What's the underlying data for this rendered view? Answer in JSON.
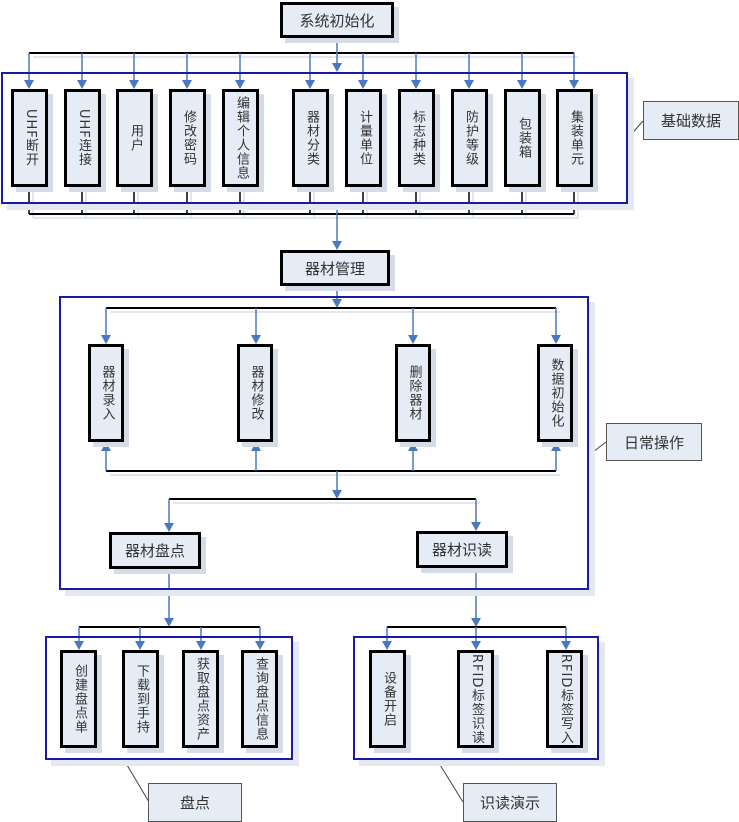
{
  "diagram": {
    "root": {
      "label": "系统初始化"
    },
    "basic_data": {
      "callout": "基础数据",
      "items": [
        {
          "label": "UHF断开"
        },
        {
          "label": "UHF连接"
        },
        {
          "label": "用户"
        },
        {
          "label": "修改密码"
        },
        {
          "label": "编辑个人信息"
        },
        {
          "label": "器材分类"
        },
        {
          "label": "计量单位"
        },
        {
          "label": "标志种类"
        },
        {
          "label": "防护等级"
        },
        {
          "label": "包装箱"
        },
        {
          "label": "集装单元"
        }
      ]
    },
    "equipment_mgmt": {
      "label": "器材管理"
    },
    "daily_ops": {
      "callout": "日常操作",
      "items": [
        {
          "label": "器材录入"
        },
        {
          "label": "器材修改"
        },
        {
          "label": "删除器材"
        },
        {
          "label": "数据初始化"
        }
      ],
      "branches": [
        {
          "label": "器材盘点"
        },
        {
          "label": "器材识读"
        }
      ]
    },
    "inventory": {
      "callout": "盘点",
      "items": [
        {
          "label": "创建盘点单"
        },
        {
          "label": "下载到手持"
        },
        {
          "label": "获取盘点资产"
        },
        {
          "label": "查询盘点信息"
        }
      ]
    },
    "reading_demo": {
      "callout": "识读演示",
      "items": [
        {
          "label": "设备开启"
        },
        {
          "label": "RFID标签识读"
        },
        {
          "label": "RFID标签写入"
        }
      ]
    },
    "colors": {
      "arrow": "#4a78c0",
      "group_border": "#1a1aa8",
      "node_fill": "#e6ecf6",
      "node_border": "#000000"
    }
  }
}
